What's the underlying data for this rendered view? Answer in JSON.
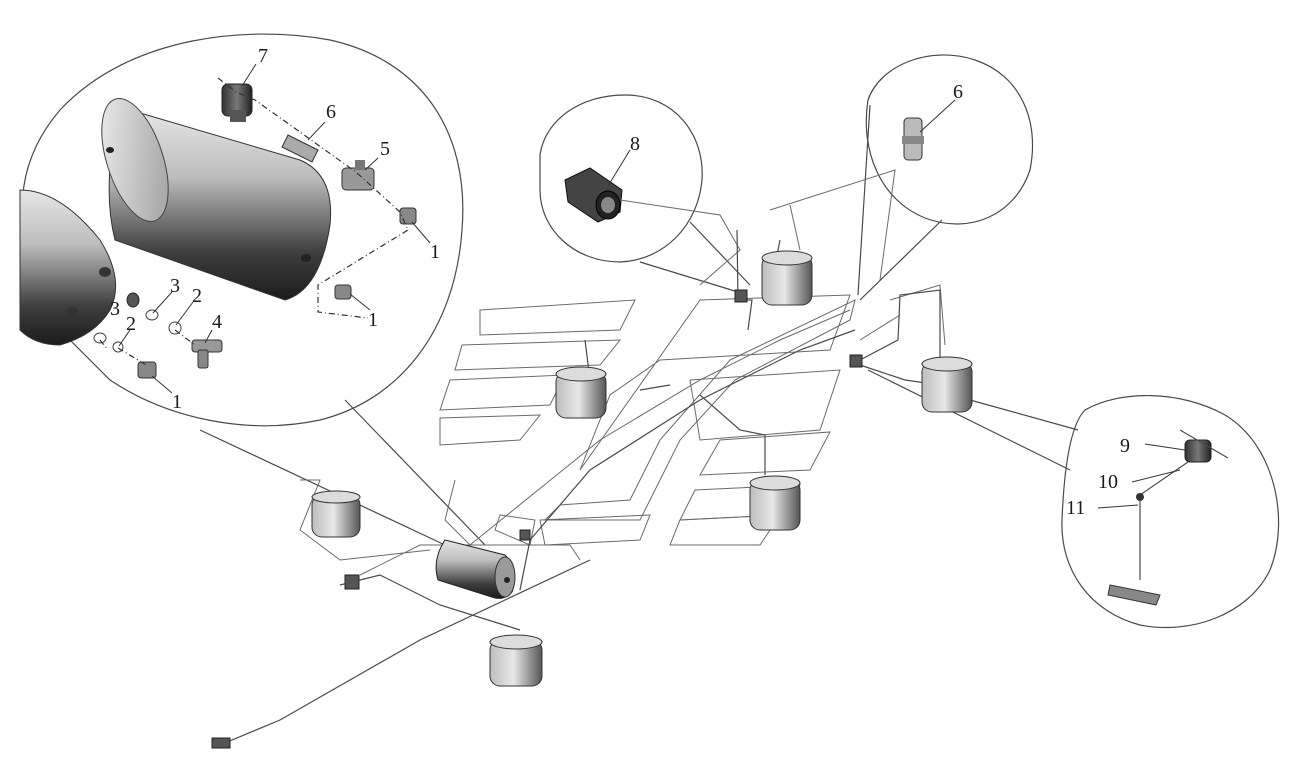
{
  "diagram": {
    "callouts": {
      "c1a": "1",
      "c1b": "1",
      "c1c": "1",
      "c2a": "2",
      "c2b": "2",
      "c3a": "3",
      "c3b": "3",
      "c4": "4",
      "c5": "5",
      "c6a": "6",
      "c6b": "6",
      "c7": "7",
      "c8": "8",
      "c9": "9",
      "c10": "10",
      "c11": "11"
    }
  }
}
